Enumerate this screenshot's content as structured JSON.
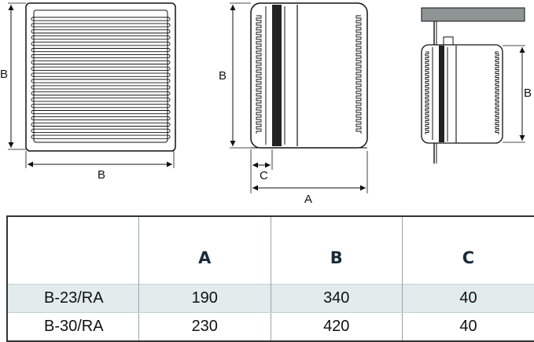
{
  "dimension_labels": {
    "front_height": "B",
    "front_width": "B",
    "side_height": "B",
    "side_depth_small": "C",
    "side_length": "A",
    "mount_height": "B"
  },
  "table": {
    "headers": [
      "",
      "A",
      "B",
      "C"
    ],
    "rows": [
      {
        "model": "B-23/RA",
        "a": "190",
        "b": "340",
        "c": "40"
      },
      {
        "model": "B-30/RA",
        "a": "230",
        "b": "420",
        "c": "40"
      }
    ]
  }
}
